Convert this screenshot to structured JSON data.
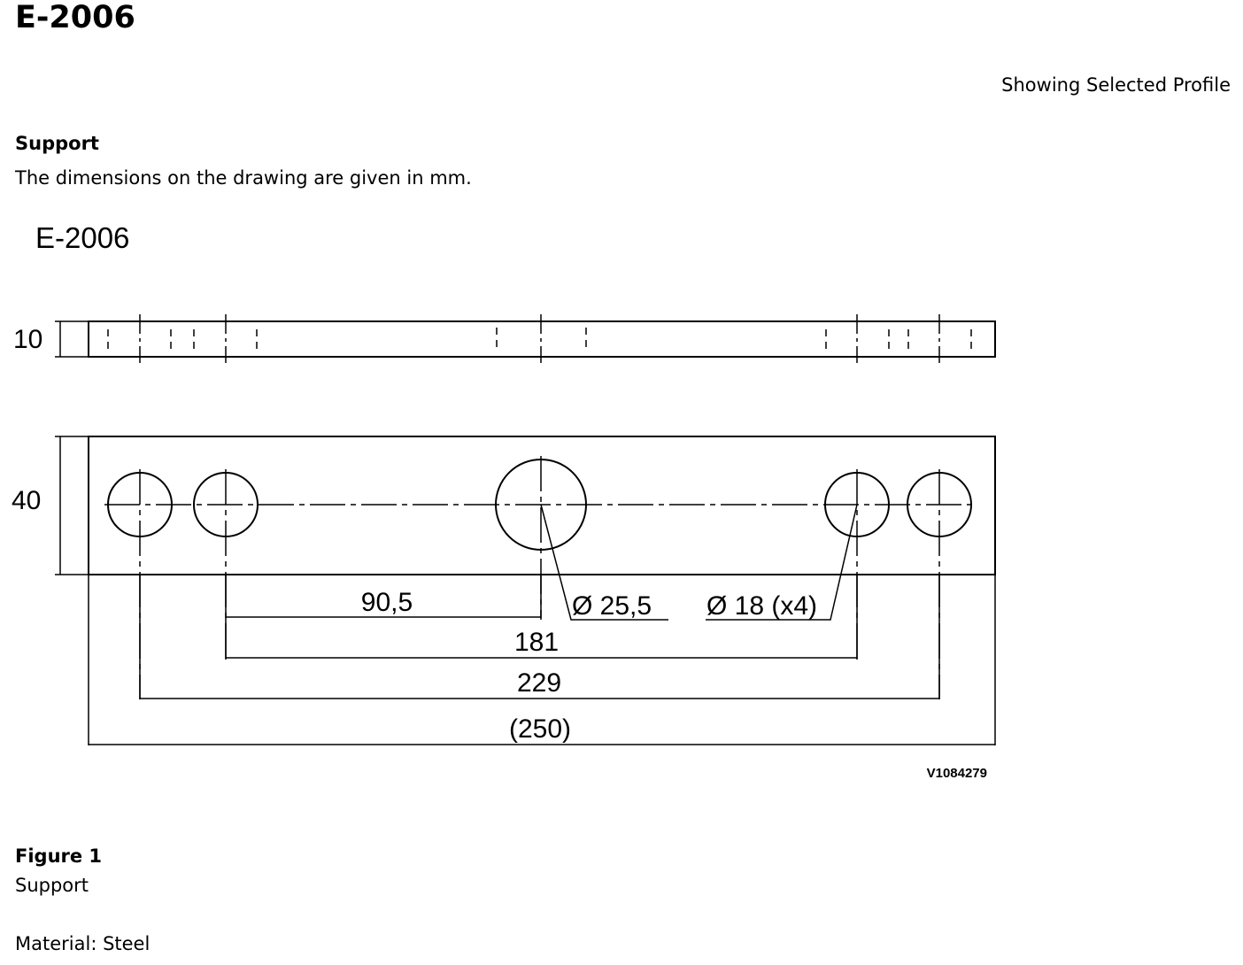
{
  "document": {
    "title": "E-2006",
    "profile_note": "Showing Selected Profile",
    "section_heading": "Support",
    "section_text": "The dimensions on the drawing are given in mm."
  },
  "drawing": {
    "part_label": "E-2006",
    "thickness": "10",
    "height": "40",
    "dim_90_5": "90,5",
    "dia_center": "Ø 25,5",
    "dia_holes": "Ø 18 (x4)",
    "dim_181": "181",
    "dim_229": "229",
    "dim_250": "(250)",
    "ref_code": "V1084279"
  },
  "figure": {
    "label": "Figure 1",
    "caption": "Support",
    "material": "Material: Steel"
  }
}
